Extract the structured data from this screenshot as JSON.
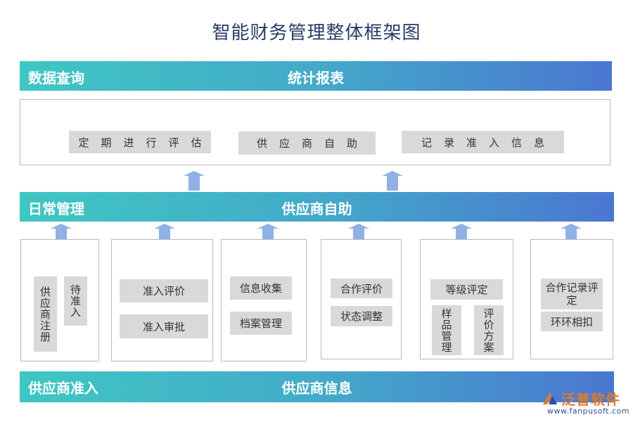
{
  "title": "智能财务管理整体框架图",
  "bands": {
    "top": {
      "left": "数据查询",
      "center": "统计报表"
    },
    "middle": {
      "left": "日常管理",
      "center": "供应商自助"
    },
    "bottom": {
      "left": "供应商准入",
      "center": "供应商信息"
    }
  },
  "top_frame": {
    "items": [
      "定期进行评估",
      "供应商自助",
      "记录准入信息"
    ]
  },
  "modules": [
    {
      "items": [
        "供应商注册",
        "待准入"
      ]
    },
    {
      "items": [
        "准入评价",
        "准入审批"
      ]
    },
    {
      "items": [
        "信息收集",
        "档案管理"
      ]
    },
    {
      "items": [
        "合作评价",
        "状态调整"
      ]
    },
    {
      "items": [
        "等级评定",
        "样品管理",
        "评价方案"
      ]
    },
    {
      "items": [
        "合作记录评定",
        "环环相扣"
      ]
    }
  ],
  "logo": {
    "name": "泛普软件",
    "url": "www.fanpusoft.com"
  },
  "colors": {
    "band_start": "#3fc7c4",
    "band_end": "#4a77d1",
    "arrow": "#8fb1e6",
    "chip": "#d9d9d9",
    "title": "#2c3a66"
  }
}
